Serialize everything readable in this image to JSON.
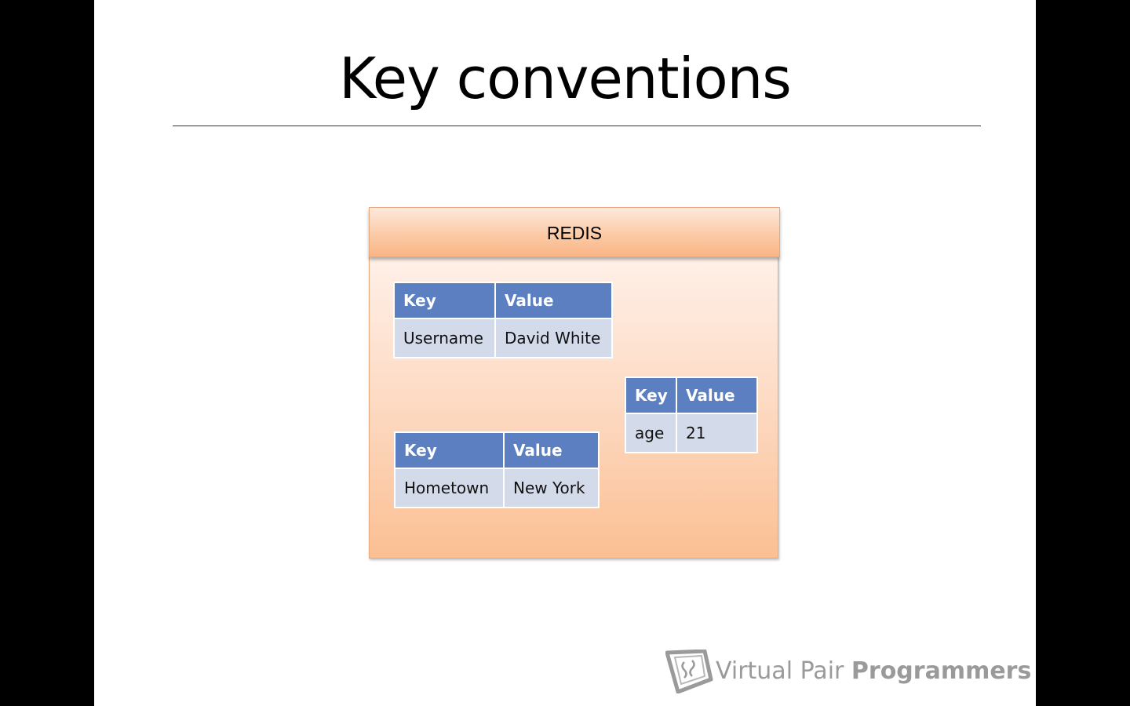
{
  "slide": {
    "title": "Key conventions"
  },
  "diagram": {
    "container_label": "REDIS",
    "tables": [
      {
        "header_key": "Key",
        "header_value": "Value",
        "key": "Username",
        "value": "David White"
      },
      {
        "header_key": "Key",
        "header_value": "Value",
        "key": "age",
        "value": "21"
      },
      {
        "header_key": "Key",
        "header_value": "Value",
        "key": "Hometown",
        "value": "New York"
      }
    ]
  },
  "branding": {
    "name_part1": "Virtual Pair ",
    "name_part2": "Programmers",
    "icon": "vpp-logo-icon"
  },
  "colors": {
    "table_header": "#5b7fc0",
    "table_cell": "#d3daea",
    "container_fill": "#fbbf93",
    "logo_gray": "#9a9a9a"
  }
}
